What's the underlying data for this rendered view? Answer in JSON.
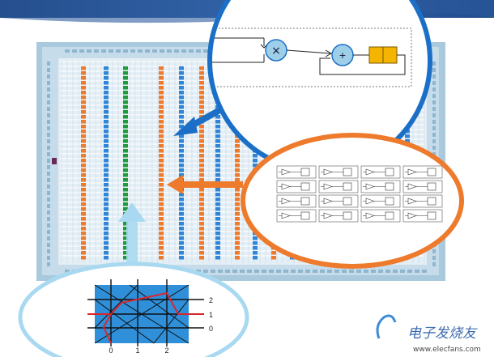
{
  "colors": {
    "header": "#2f5ea3",
    "chip_frame": "#9bbfd6",
    "chip_inner": "#dce9f2",
    "blue_column": "#2f86d8",
    "orange_column": "#ee7a2c",
    "green_column": "#1f9b3c",
    "dsp_circle": "#1c6fc7",
    "logic_circle": "#ee7a2c",
    "routing_circle": "#a9d9f0",
    "register": "#f4b400"
  },
  "dsp_callout": {
    "multiplier_symbol": "×",
    "adder_symbol": "+"
  },
  "routing_callout": {
    "y_labels": [
      "2",
      "1",
      "0"
    ],
    "x_labels": [
      "0",
      "1",
      "2"
    ]
  },
  "watermark": {
    "text": "电子发烧友",
    "url": "www.elecfans.com"
  }
}
